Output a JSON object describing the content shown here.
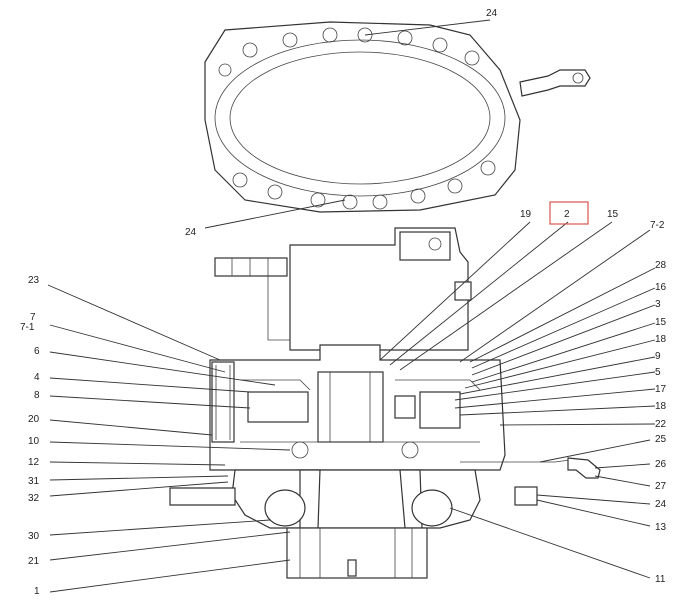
{
  "diagram": {
    "highlight_color": "#d9534f",
    "highlighted_label": "2",
    "labels": {
      "top_24": "24",
      "bot_24": "24",
      "l19": "19",
      "l2": "2",
      "l15a": "15",
      "l7_2": "7-2",
      "l23": "23",
      "l28": "28",
      "l16": "16",
      "l3": "3",
      "l15b": "15",
      "l7": "7",
      "l7_1": "7-1",
      "l18a": "18",
      "l6": "6",
      "l9": "9",
      "l5": "5",
      "l4": "4",
      "l17": "17",
      "l8": "8",
      "l18b": "18",
      "l20": "20",
      "l22": "22",
      "l25": "25",
      "l10": "10",
      "l12": "12",
      "l26": "26",
      "l31": "31",
      "l27": "27",
      "l32": "32",
      "l24c": "24",
      "l13": "13",
      "l30": "30",
      "l21": "21",
      "l11": "11",
      "l1": "1"
    }
  }
}
